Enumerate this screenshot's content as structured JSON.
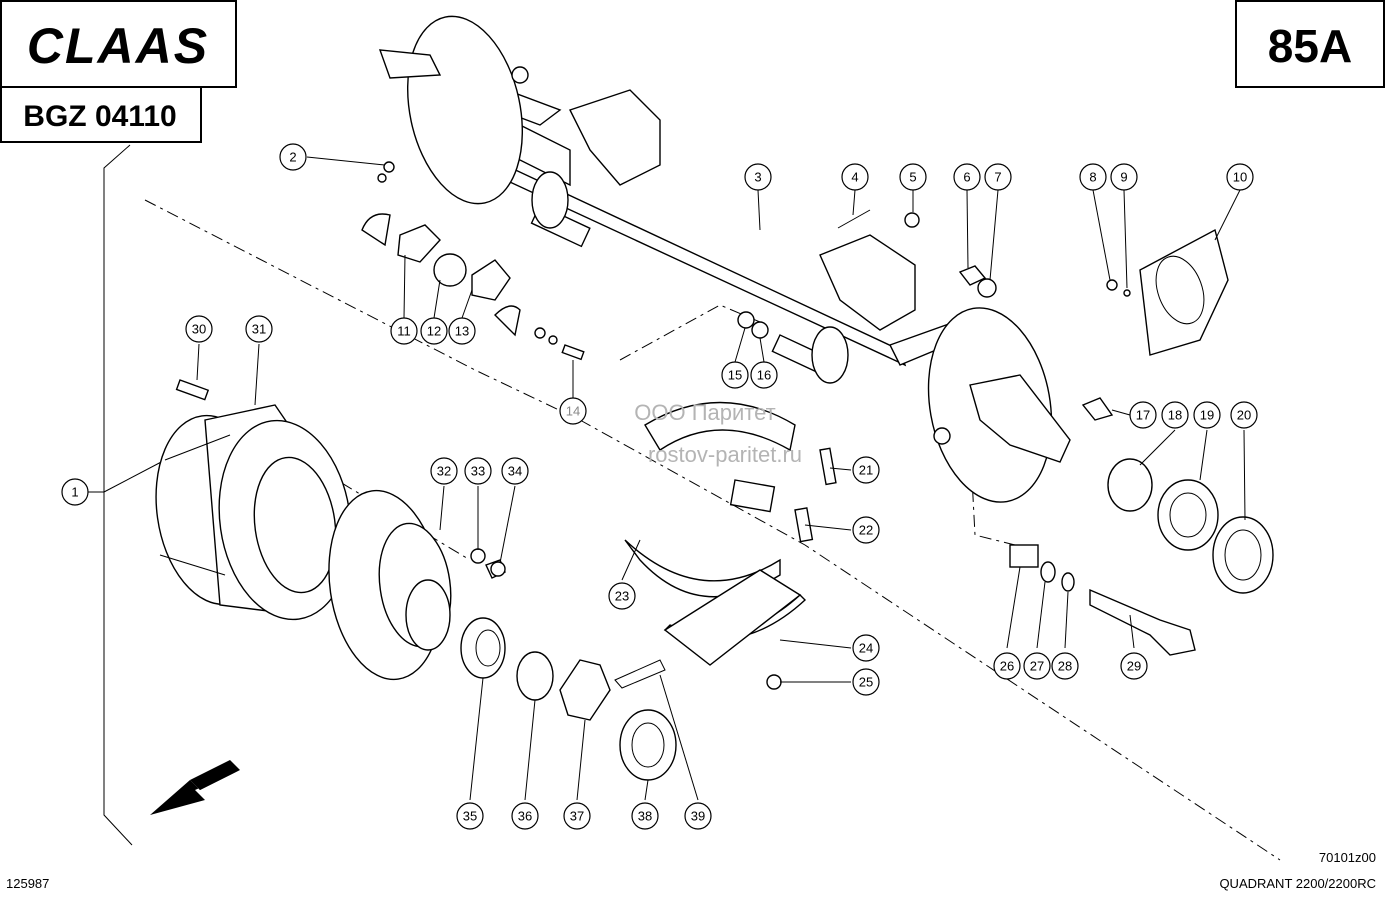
{
  "header": {
    "brand": "CLAAS",
    "page_code": "85A",
    "assembly_code": "BGZ 04110"
  },
  "watermark": {
    "line1": "ООО Паритет",
    "line2": "rostov-paritet.ru"
  },
  "footer": {
    "left_number": "125987",
    "drawing_number": "70101z00",
    "model": "QUADRANT 2200/2200RC"
  },
  "callouts": [
    "1",
    "2",
    "3",
    "4",
    "5",
    "6",
    "7",
    "8",
    "9",
    "10",
    "11",
    "12",
    "13",
    "14",
    "15",
    "16",
    "17",
    "18",
    "19",
    "20",
    "21",
    "22",
    "23",
    "24",
    "25",
    "26",
    "27",
    "28",
    "29",
    "30",
    "31",
    "32",
    "33",
    "34",
    "35",
    "36",
    "37",
    "38",
    "39"
  ],
  "colors": {
    "line": "#000000",
    "background": "#ffffff",
    "watermark": "#b4b4b4"
  },
  "icons": [
    "claas-logo",
    "direction-arrow-icon"
  ]
}
